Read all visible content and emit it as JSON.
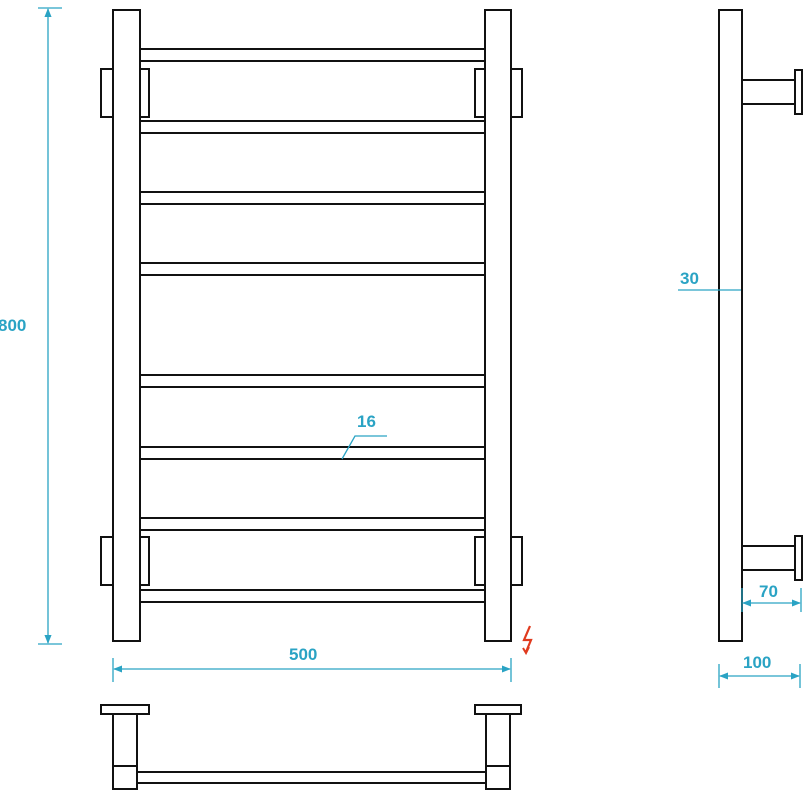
{
  "labels": {
    "height": "800",
    "width": "500",
    "crossbar_size": "16",
    "side_profile": "30",
    "mount_depth": "70",
    "total_depth": "100"
  },
  "colors": {
    "line": "#111111",
    "dimension": "#2aa3c4",
    "electric_symbol": "#e03a1e"
  },
  "icons": {
    "electric": "lightning-icon"
  }
}
